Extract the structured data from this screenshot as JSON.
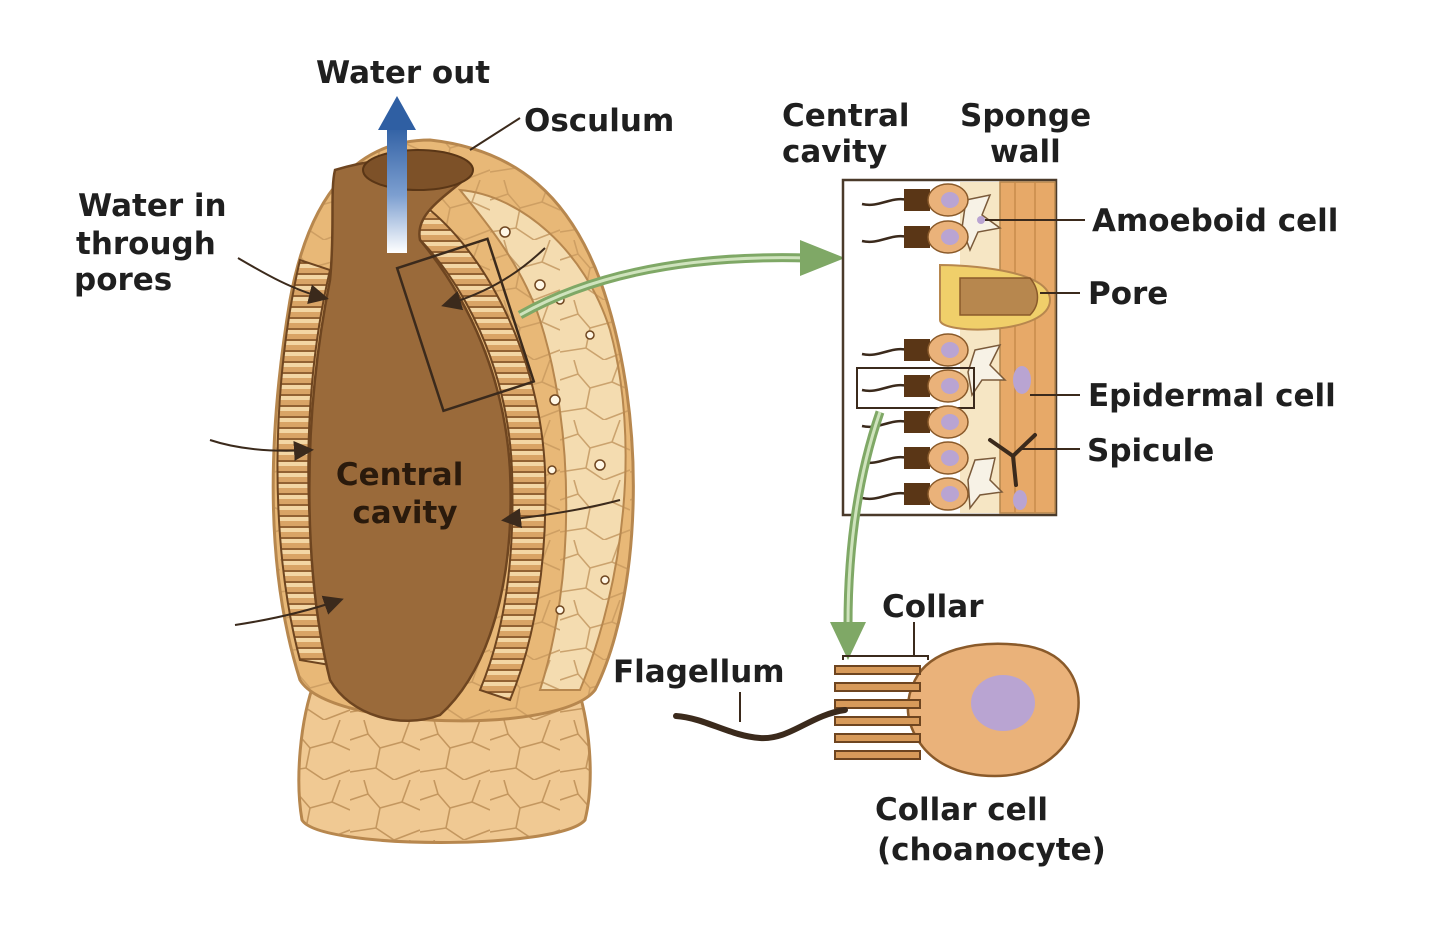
{
  "labels": {
    "water_out": "Water out",
    "osculum": "Osculum",
    "water_in": [
      "Water in",
      "through",
      "pores"
    ],
    "central_cavity_body": [
      "Central",
      "cavity"
    ],
    "central_cavity_inset": [
      "Central",
      "cavity"
    ],
    "sponge_wall": [
      "Sponge",
      "wall"
    ],
    "amoeboid_cell": "Amoeboid cell",
    "pore": "Pore",
    "epidermal_cell": "Epidermal cell",
    "spicule": "Spicule",
    "collar": "Collar",
    "flagellum": "Flagellum",
    "collar_cell": [
      "Collar cell",
      "(choanocyte)"
    ]
  },
  "colors": {
    "sponge_outer": "#e8b877",
    "sponge_wall_light": "#f1d4a4",
    "cavity": "#9a6a3a",
    "cavity_dark": "#7d5128",
    "water_out_arrow": "#3f6fb0",
    "zoom_arrow": "#7fa866",
    "cell_body": "#eab27a",
    "nucleus": "#b9a4d2",
    "pore_yellow": "#f0cf6a",
    "flagellum": "#3b2a1c"
  }
}
